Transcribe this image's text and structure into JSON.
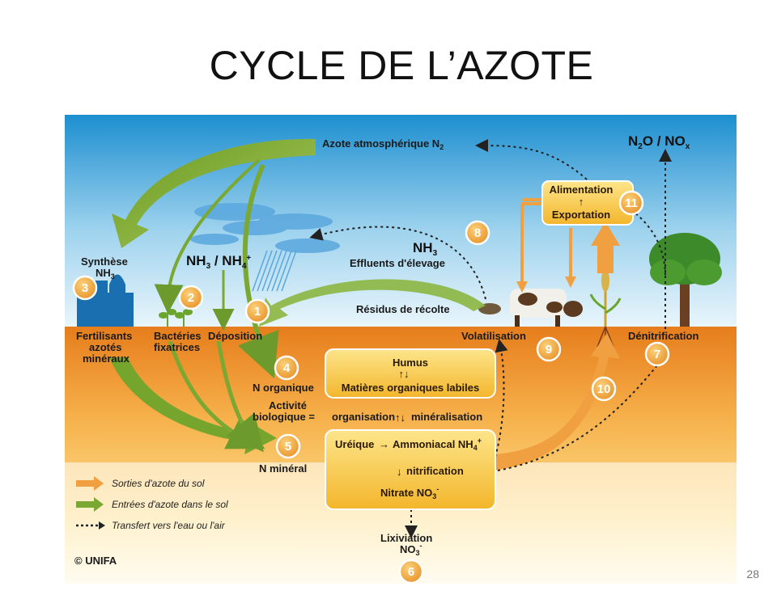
{
  "slide": {
    "title": "CYCLE DE L’AZOTE",
    "page_number": "28"
  },
  "colors": {
    "sky_top": "#1d8fd0",
    "sky_bottom": "#e8f4fa",
    "soil_top": "#e67d1c",
    "soil_bottom": "#fff5d8",
    "input_arrow_green": "#7aa832",
    "output_arrow_orange": "#f0a040",
    "box_fill": "#f7c948",
    "number_circle": "#f2a93b"
  },
  "labels": {
    "atmo": "Azote atmosphérique N",
    "atmo_sub": "2",
    "n2o_a": "N",
    "n2o_sub1": "2",
    "n2o_b": "O / NO",
    "n2o_sub2": "x",
    "synthese_1": "Synthèse",
    "synthese_2": "NH",
    "synthese_2_sub": "3",
    "nh3_nh4_a": "NH",
    "nh3_nh4_sub1": "3",
    "nh3_nh4_b": " / NH",
    "nh3_nh4_sub2": "4",
    "nh3_nh4_sup": "+",
    "nh3": "NH",
    "nh3_sub": "3",
    "effluents": "Effluents d'élevage",
    "residus": "Résidus de récolte",
    "fertilisants_1": "Fertilisants",
    "fertilisants_2": "azotés",
    "fertilisants_3": "minéraux",
    "bacteries_1": "Bactéries",
    "bacteries_2": "fixatrices",
    "deposition": "Déposition",
    "volatilisation": "Volatilisation",
    "denitrification": "Dénitrification",
    "n_organique": "N organique",
    "activite_1": "Activité",
    "activite_2": "biologique =",
    "organisation": "organisation",
    "mineralisation": "minéralisation",
    "n_mineral": "N minéral",
    "humus": "Humus",
    "matieres": "Matières organiques labiles",
    "ureique": "Uréique",
    "ammoniacal": "Ammoniacal NH",
    "ammoniacal_sub": "4",
    "ammoniacal_sup": "+",
    "nitrification": "nitrification",
    "nitrate": "Nitrate NO",
    "nitrate_sub": "3",
    "nitrate_sup": "-",
    "lixiviation": "Lixiviation",
    "lixiviation_no3": "NO",
    "lixiviation_sub": "3",
    "lixiviation_sup": "-",
    "alimentation": "Alimentation",
    "exportation": "Exportation",
    "copyright": "© UNIFA"
  },
  "numbers": [
    "1",
    "2",
    "3",
    "4",
    "5",
    "6",
    "7",
    "8",
    "9",
    "10",
    "11"
  ],
  "legend": [
    {
      "label": "Sorties d'azote du sol",
      "kind": "output"
    },
    {
      "label": "Entrées d'azote dans le sol",
      "kind": "input"
    },
    {
      "label": "Transfert vers l'eau ou l'air",
      "kind": "transfer"
    }
  ]
}
